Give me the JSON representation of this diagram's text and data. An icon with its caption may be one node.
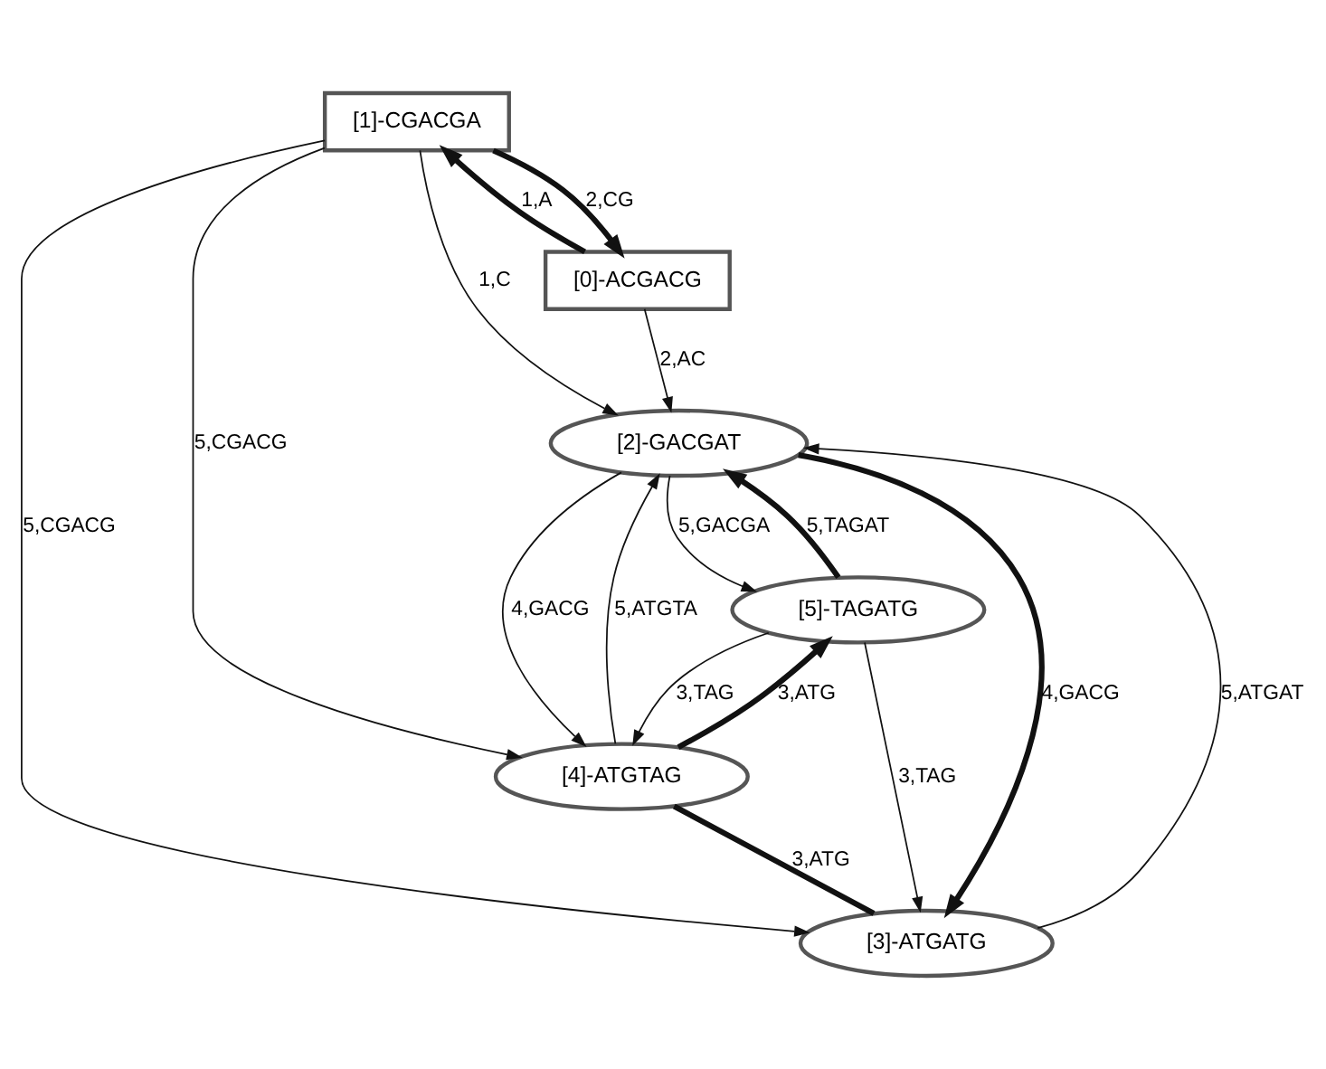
{
  "diagram": {
    "nodes": [
      {
        "text": [
          "[1]-CGACGA"
        ]
      },
      {
        "text": [
          "[0]-ACGACG"
        ]
      },
      {
        "text": [
          "[5]-TAGATG"
        ]
      },
      {
        "text": [
          "[4]-ATGTAG"
        ]
      },
      {
        "text": [
          "[2]-GACGAT"
        ]
      },
      {
        "text": [
          "[3]-ATGATG"
        ]
      }
    ],
    "edges": [
      {
        "from": 1,
        "to": 0,
        "arrow": "to",
        "label": "1,A",
        "style": "thick"
      },
      {
        "from": 0,
        "to": 1,
        "arrow": "to",
        "label": "2,CG",
        "style": "thick"
      },
      {
        "from": 0,
        "to": 3,
        "arrow": "to",
        "label": "5,CGACG"
      },
      {
        "from": 0,
        "to": 4,
        "arrow": "to",
        "label": "1,C"
      },
      {
        "from": 0,
        "to": 5,
        "arrow": "to",
        "label": "5,CGACG"
      },
      {
        "from": 1,
        "to": 4,
        "arrow": "to",
        "label": "2,AC"
      },
      {
        "from": 3,
        "to": 2,
        "arrow": "to",
        "label": "3,ATG",
        "style": "thick"
      },
      {
        "from": 2,
        "to": 4,
        "arrow": "to",
        "label": "5,TAGAT",
        "style": "thick"
      },
      {
        "from": 2,
        "to": 3,
        "arrow": "to",
        "label": "3,TAG"
      },
      {
        "from": 4,
        "to": 2,
        "arrow": "to",
        "label": "5,GACGA"
      },
      {
        "from": 3,
        "to": 4,
        "arrow": "to",
        "label": "5,ATGTA"
      },
      {
        "from": 2,
        "to": 5,
        "arrow": "to",
        "label": "3,TAG"
      },
      {
        "from": 4,
        "to": 3,
        "arrow": "to",
        "label": "4,GACG"
      },
      {
        "from": 5,
        "to": 4,
        "arrow": "to",
        "label": "5,ATGAT"
      },
      {
        "from": 4,
        "to": 5,
        "arrow": "to",
        "label": "4,GACG",
        "style": "thick"
      },
      {
        "from": 3,
        "to": 5,
        "arrow": "none",
        "label": "3,ATG",
        "style": "thick"
      }
    ]
  }
}
